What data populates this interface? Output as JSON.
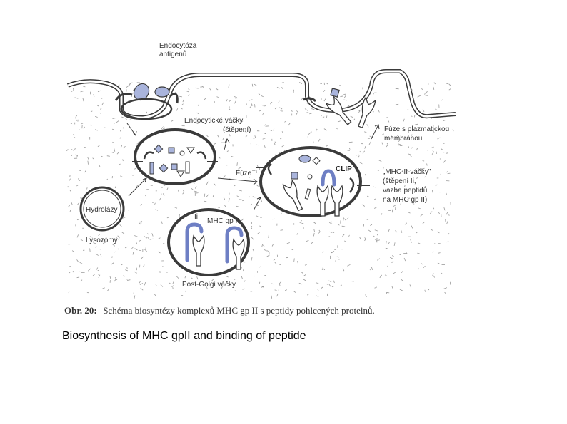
{
  "figure": {
    "labels": {
      "endocytosis_line1": "Endocytóza",
      "endocytosis_line2": "antigenů",
      "endocytic_vesicles_line1": "Endocytické váčky",
      "endocytic_vesicles_line2": "(štěpení)",
      "fusion_membrane_line1": "Fúze s plazmatickou",
      "fusion_membrane_line2": "membránou",
      "fusion": "Fúze",
      "clip": "CLIP",
      "mhc_vesicles_line1": "„MHC-II-váčky\"",
      "mhc_vesicles_line2": "(štěpení Ii,",
      "mhc_vesicles_line3": "vazba peptidů",
      "mhc_vesicles_line4": "na MHC gp II)",
      "hydrolases": "Hydrolázy",
      "lysosomes": "Lysozómy",
      "ii": "Ii",
      "mhc_gp2": "MHC gp II",
      "post_golgi": "Post-Golgi váčky"
    },
    "caption": {
      "prefix": "Obr. 20:",
      "text": "Schéma biosyntézy komplexů MHC gp II s peptidy pohlcených proteinů."
    },
    "colors": {
      "ink": "#3a3a3a",
      "invariant_chain": "#6e7fc4",
      "antigen": "#a9b4dc"
    }
  },
  "slide_caption": "Biosynthesis of MHC gpII and binding of peptide"
}
